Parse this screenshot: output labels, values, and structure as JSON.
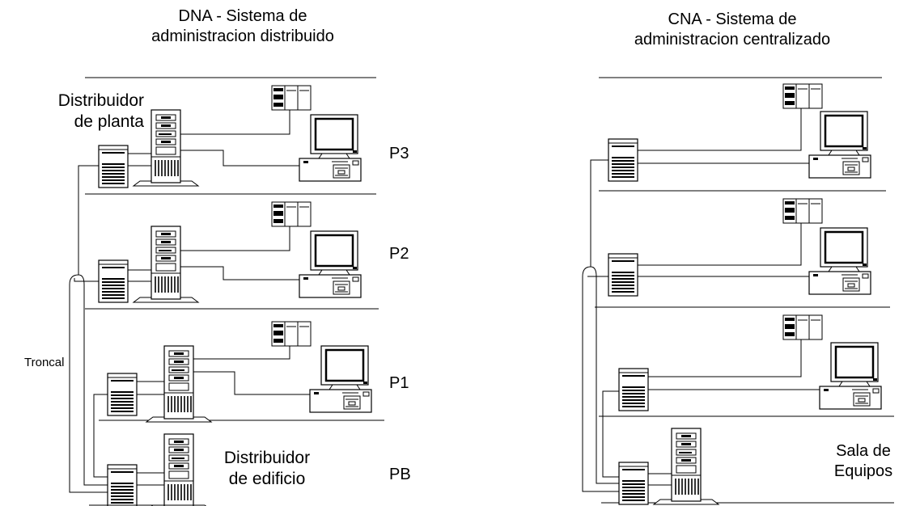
{
  "dna": {
    "title_line1": "DNA - Sistema de",
    "title_line2": "administracion distribuido",
    "distribuidor_planta_line1": "Distribuidor",
    "distribuidor_planta_line2": "de planta",
    "distribuidor_edificio_line1": "Distribuidor",
    "distribuidor_edificio_line2": "de edificio",
    "troncal": "Troncal",
    "floors": [
      "P3",
      "P2",
      "P1",
      "PB"
    ]
  },
  "cna": {
    "title_line1": "CNA - Sistema de",
    "title_line2": "administracion centralizado",
    "sala_line1": "Sala de",
    "sala_line2": "Equipos"
  }
}
